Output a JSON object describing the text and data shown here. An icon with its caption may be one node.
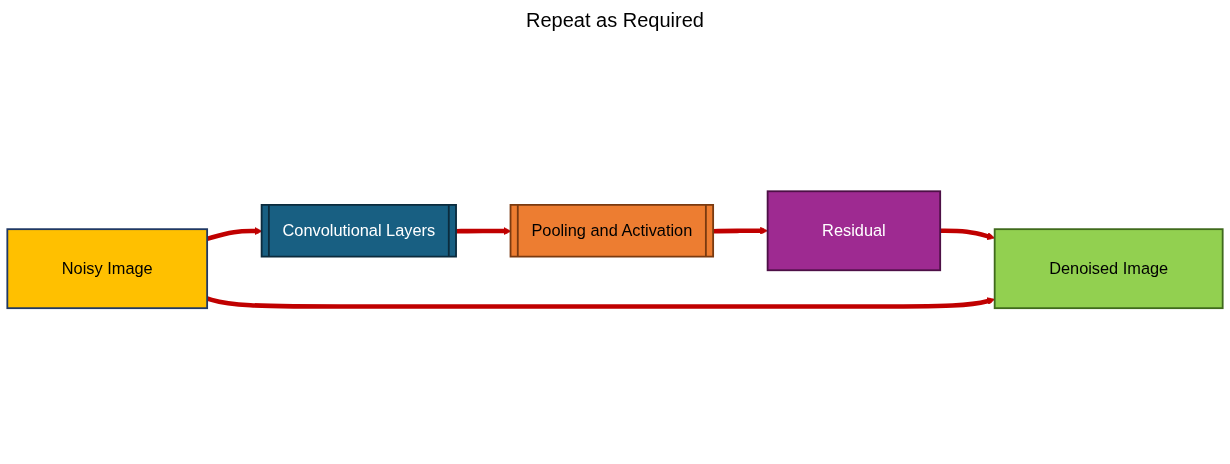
{
  "diagram": {
    "nodes": [
      {
        "text": [
          "Noisy Image"
        ]
      },
      {
        "text": [
          "Convolutional Layers"
        ]
      },
      {
        "text": [
          "Pooling and Activation"
        ]
      },
      {
        "text": [
          "Residual"
        ]
      },
      {
        "text": [
          "Denoised Image"
        ]
      }
    ],
    "edges": [
      {
        "from": 0,
        "to": 1,
        "arrow": "to"
      },
      {
        "from": 1,
        "to": 2,
        "arrow": "to"
      },
      {
        "from": 2,
        "to": 3,
        "arrow": "to"
      },
      {
        "from": 3,
        "to": 4,
        "arrow": "to"
      },
      {
        "from": 0,
        "to": 4,
        "arrow": "to"
      }
    ],
    "labels": [
      "Repeat as Required"
    ]
  }
}
